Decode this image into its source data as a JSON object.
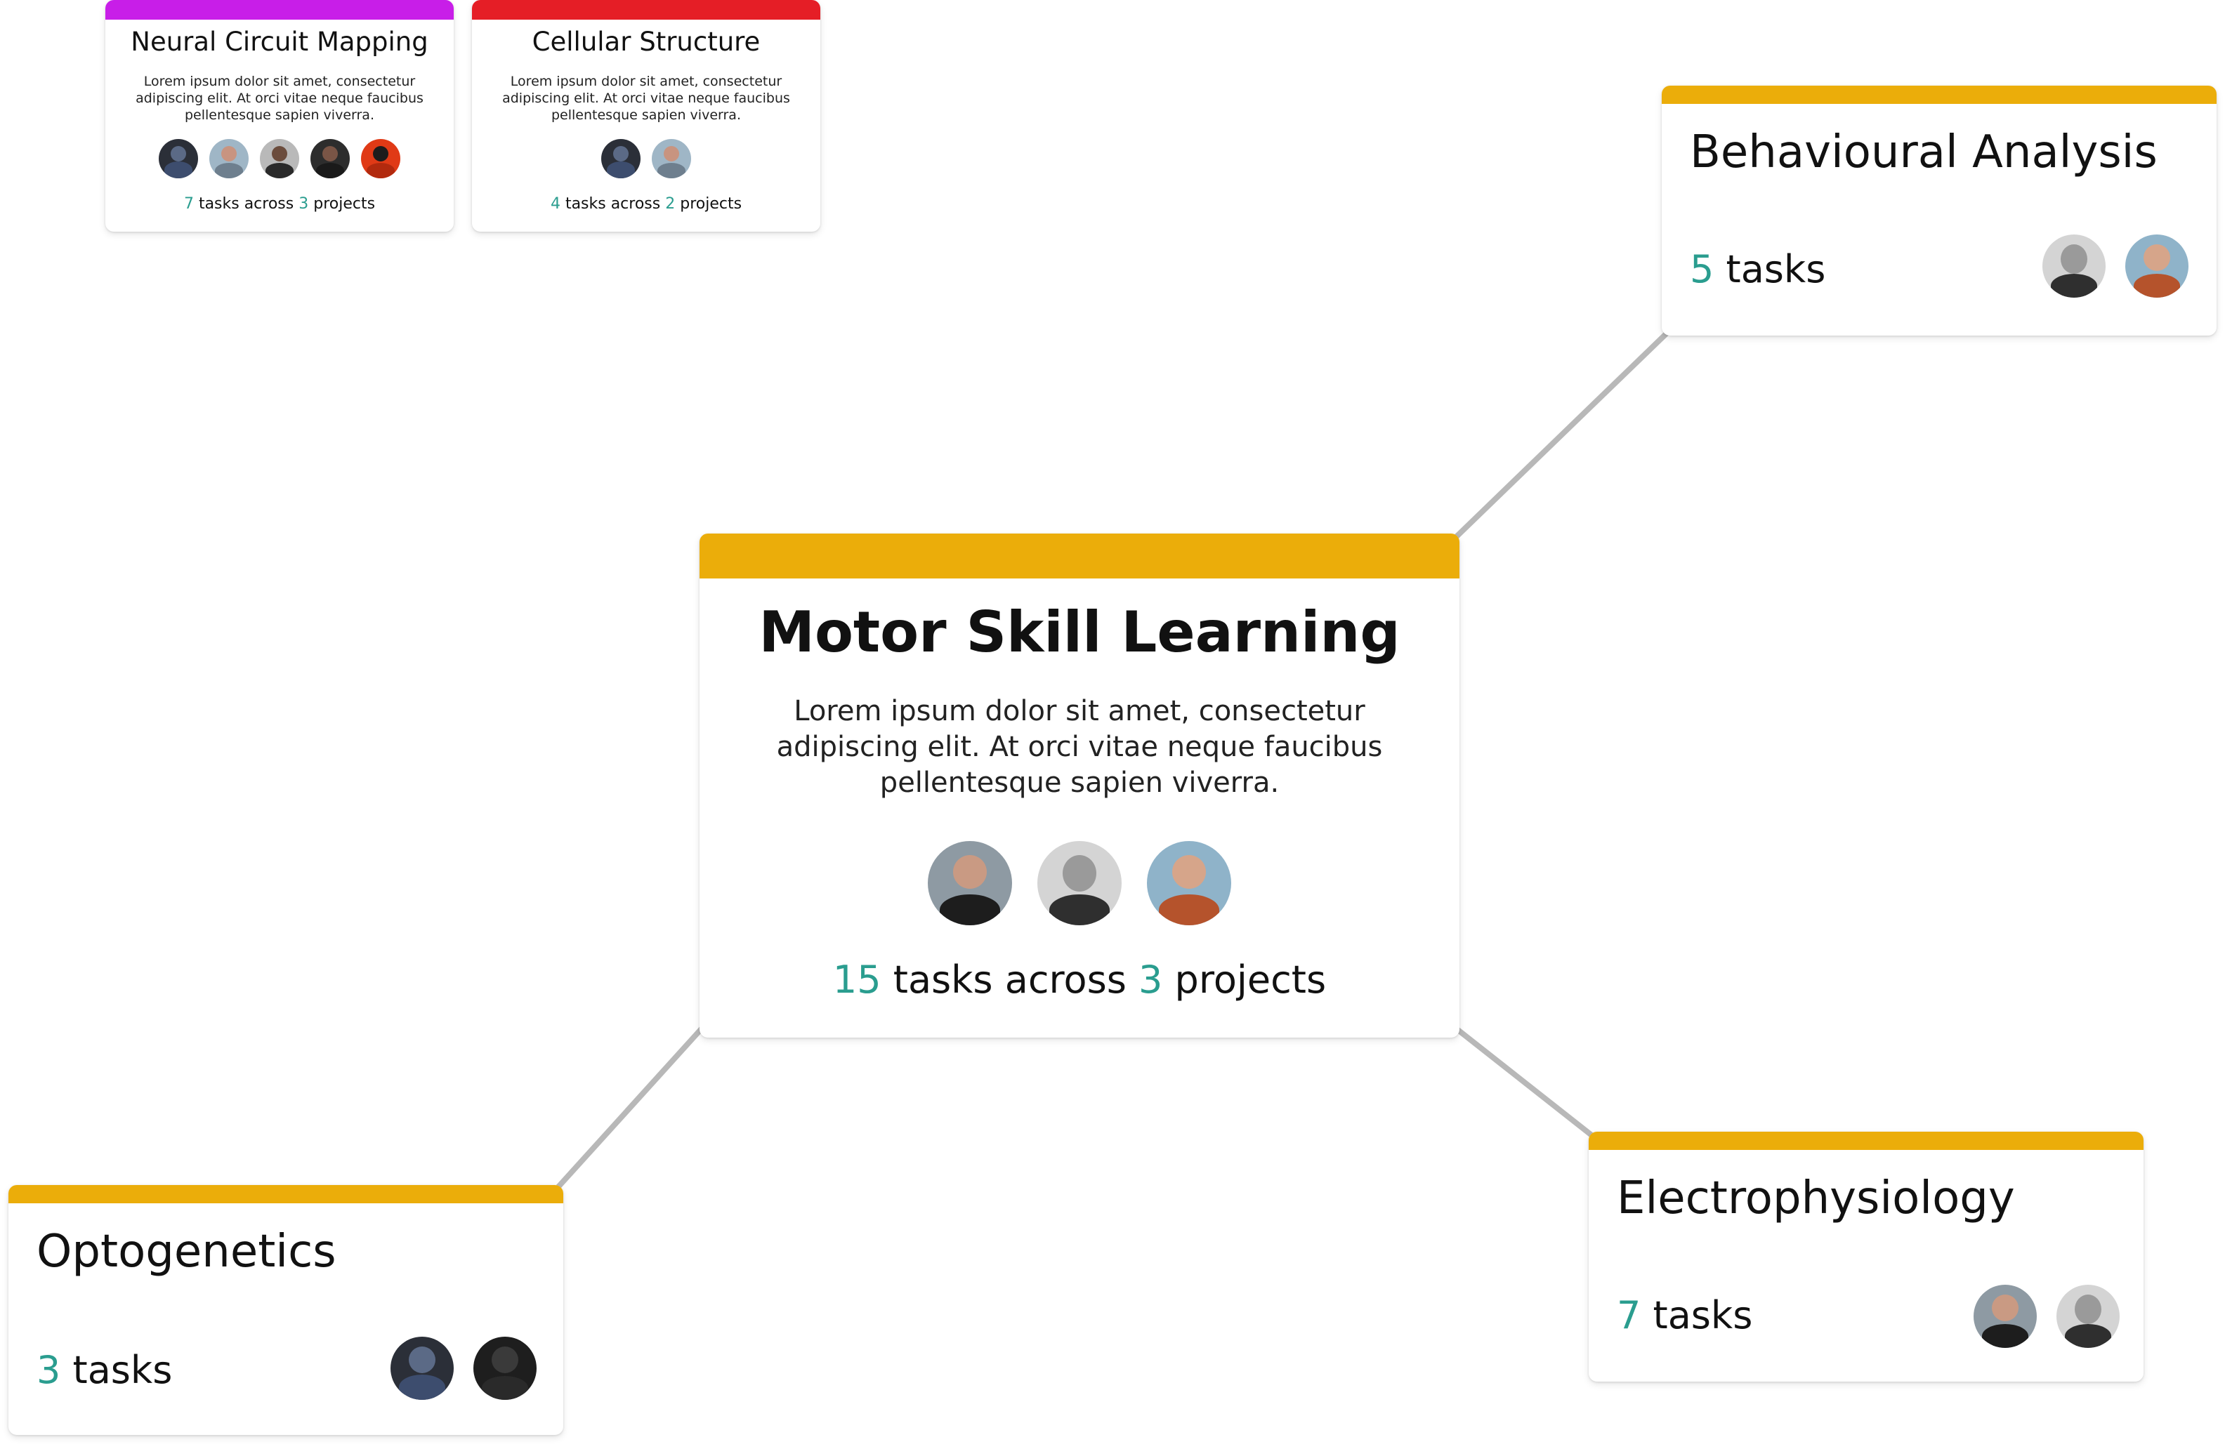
{
  "colors": {
    "accent_number": "#2a9d8f",
    "link_line": "#b8b8b8",
    "purple": "#c81ee8",
    "red": "#e51e26",
    "gold": "#ebad0a"
  },
  "small_cards": [
    {
      "title": "Neural Circuit Mapping",
      "color": "#c81ee8",
      "description": "Lorem ipsum dolor sit amet, consectetur adipiscing elit. At orci vitae neque faucibus pellentesque sapien viverra.",
      "avatars": [
        "avatar-icon",
        "avatar-icon",
        "avatar-icon",
        "avatar-icon",
        "avatar-icon"
      ],
      "tasks": "7",
      "tasks_label": "tasks across",
      "projects": "3",
      "projects_label": "projects"
    },
    {
      "title": "Cellular Structure",
      "color": "#e51e26",
      "description": "Lorem ipsum dolor sit amet, consectetur adipiscing elit. At orci vitae neque faucibus pellentesque sapien viverra.",
      "avatars": [
        "avatar-icon",
        "avatar-icon"
      ],
      "tasks": "4",
      "tasks_label": "tasks across",
      "projects": "2",
      "projects_label": "projects"
    }
  ],
  "main": {
    "title": "Motor Skill Learning",
    "color": "#ebad0a",
    "description": "Lorem ipsum dolor sit amet, consectetur adipiscing elit. At orci vitae neque faucibus pellentesque sapien viverra.",
    "tasks": "15",
    "tasks_label": "tasks across",
    "projects": "3",
    "projects_label": "projects"
  },
  "children": [
    {
      "title": "Behavioural Analysis",
      "tasks": "5",
      "tasks_label": "tasks",
      "color": "#ebad0a"
    },
    {
      "title": "Electrophysiology",
      "tasks": "7",
      "tasks_label": "tasks",
      "color": "#ebad0a"
    },
    {
      "title": "Optogenetics",
      "tasks": "3",
      "tasks_label": "tasks",
      "color": "#ebad0a"
    }
  ]
}
